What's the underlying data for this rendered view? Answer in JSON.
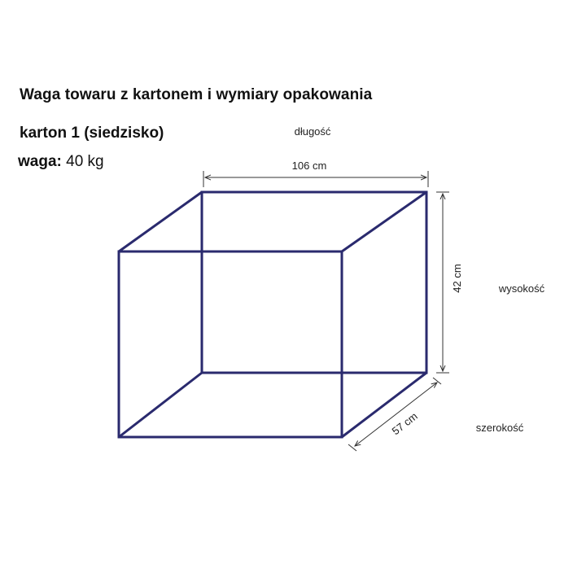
{
  "title": "Waga towaru z kartonem i wymiary opakowania",
  "box_name": "karton 1 (siedzisko)",
  "weight": {
    "label": "waga:",
    "value": "40 kg"
  },
  "dimensions": {
    "length": {
      "label": "długość",
      "value": "106 cm"
    },
    "height": {
      "label": "wysokość",
      "value": "42 cm"
    },
    "width": {
      "label": "szerokość",
      "value": "57 cm"
    }
  },
  "colors": {
    "box_edges": "#2a2a6e",
    "dimension_lines": "#333333"
  }
}
